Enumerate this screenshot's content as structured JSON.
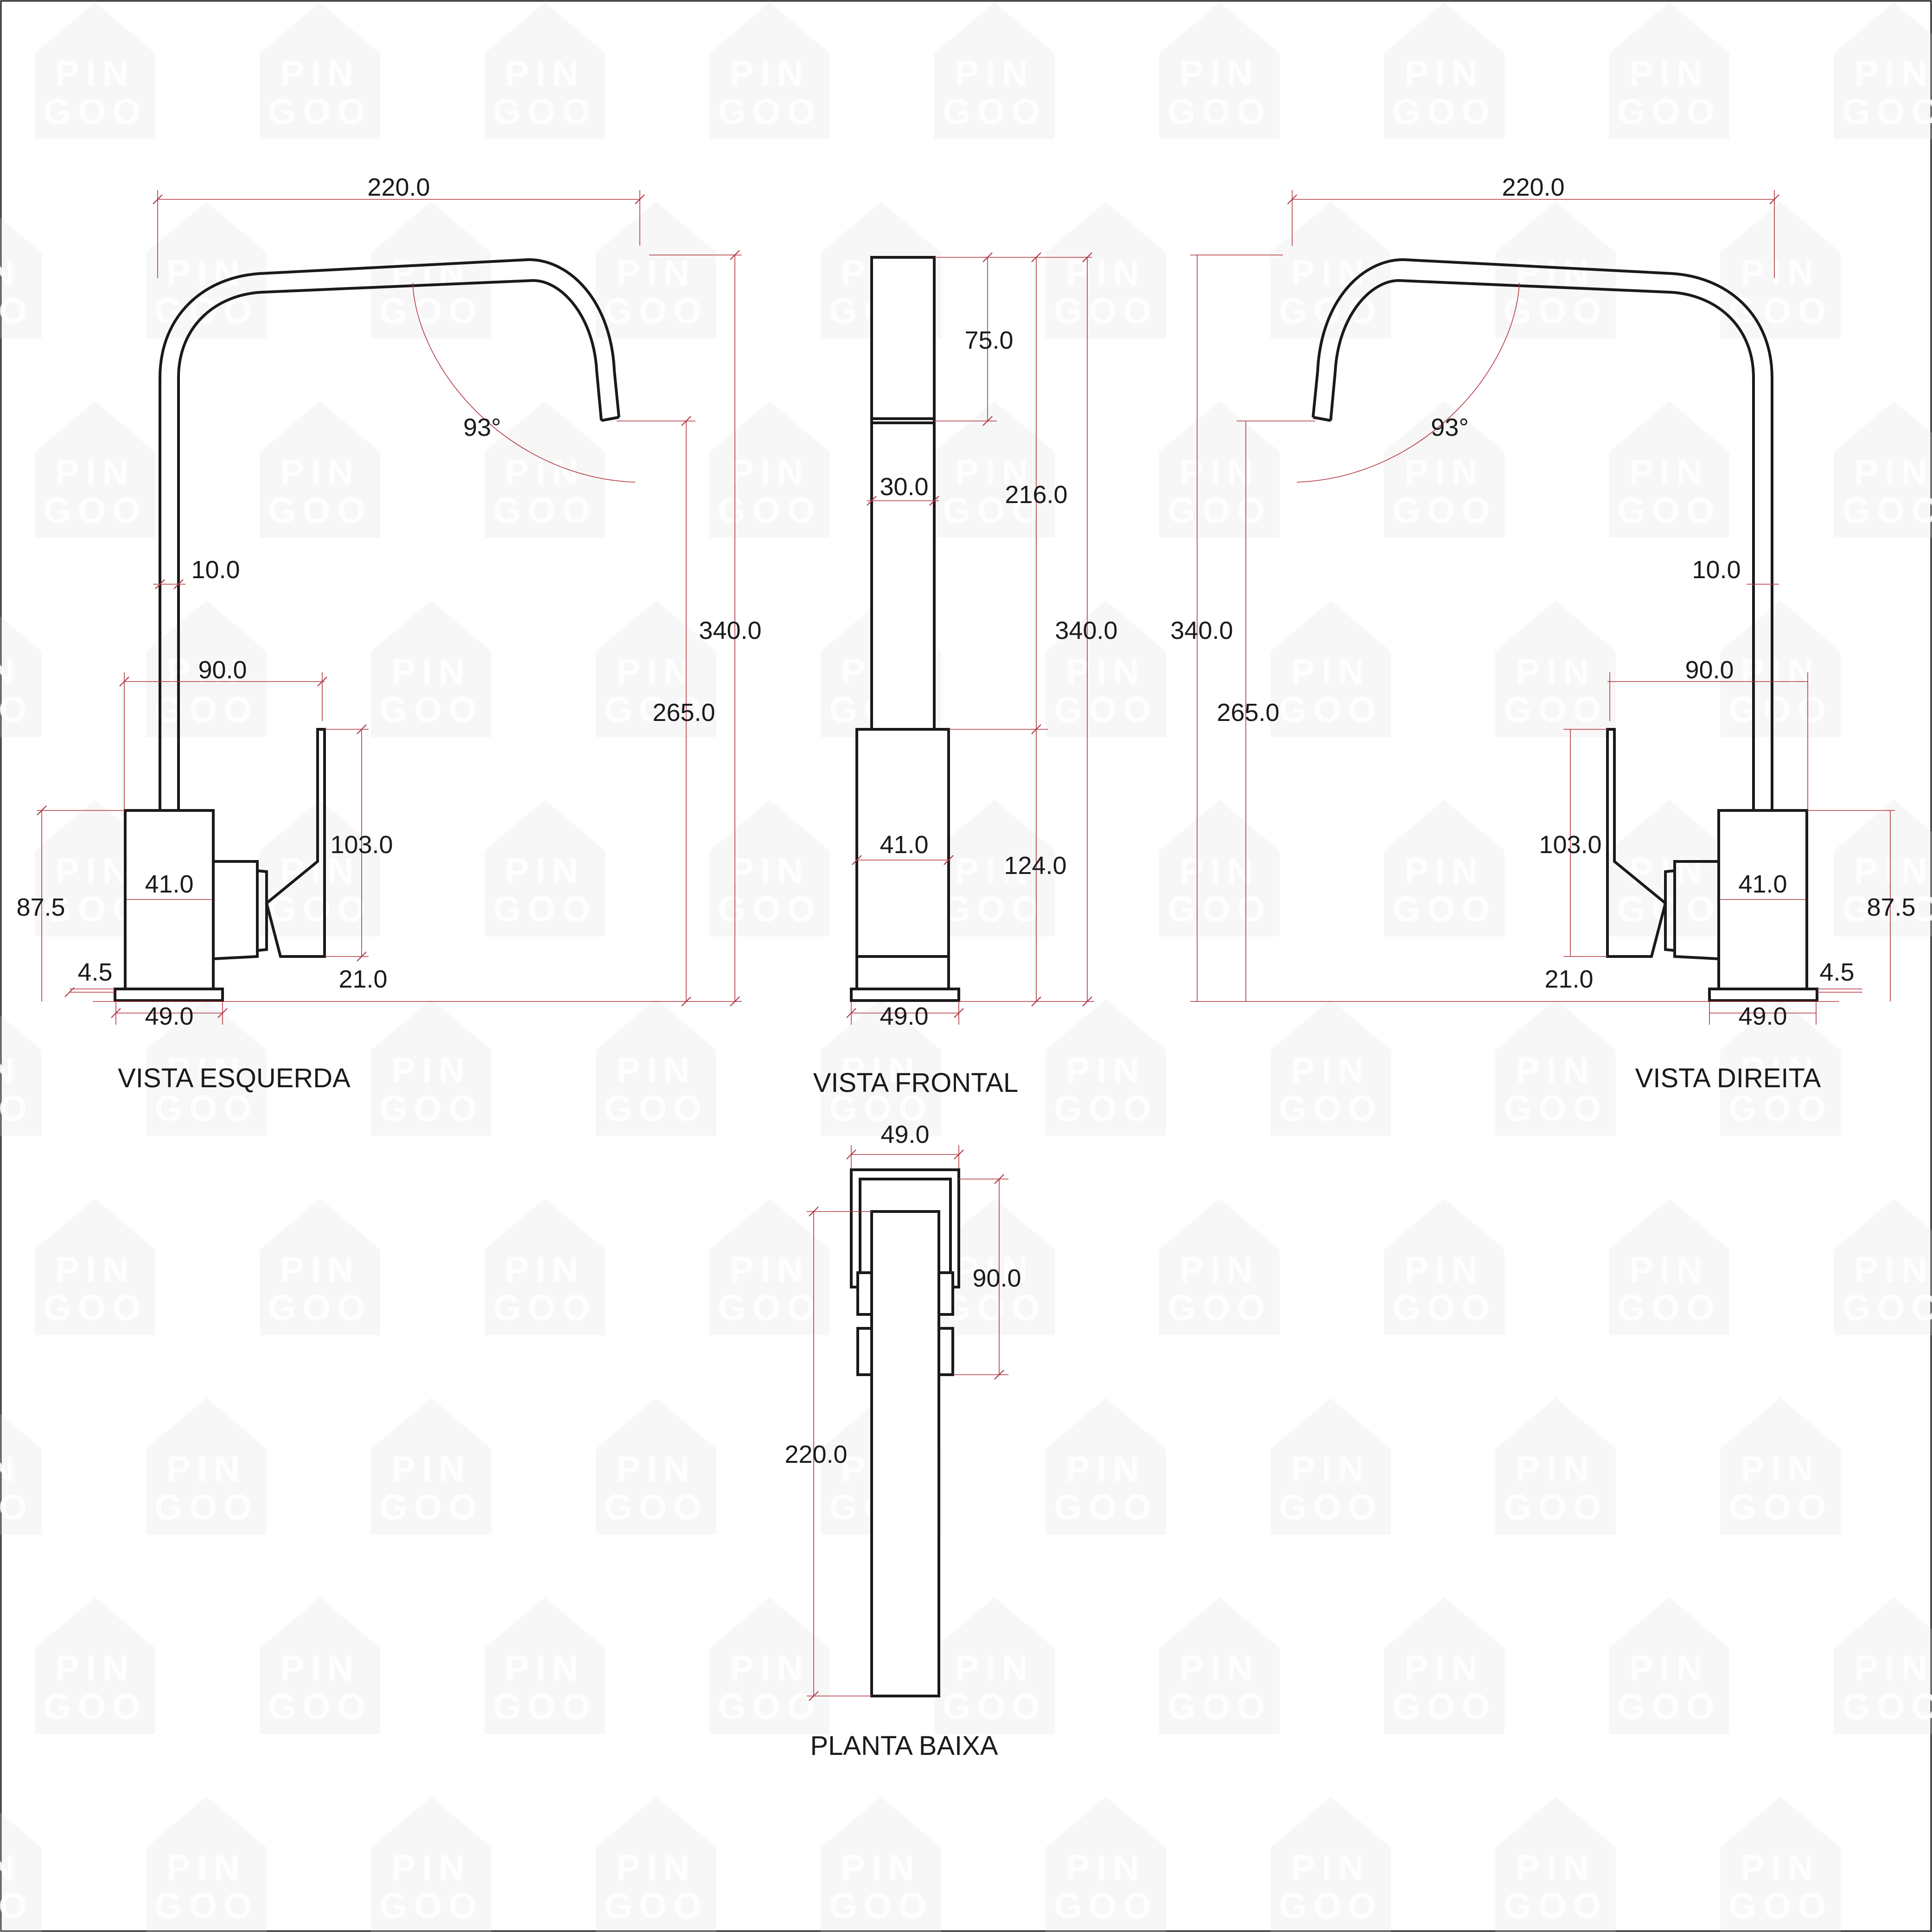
{
  "watermark": {
    "line1": "PIN",
    "line2": "GOO"
  },
  "views": {
    "left": {
      "title": "VISTA ESQUERDA"
    },
    "front": {
      "title": "VISTA FRONTAL"
    },
    "right": {
      "title": "VISTA DIREITA"
    },
    "plan": {
      "title": "PLANTA BAIXA"
    }
  },
  "dimensions": {
    "left": {
      "spout_length": "220.0",
      "angle": "93°",
      "body_height": "340.0",
      "spout_outlet_height": "265.0",
      "pipe_diameter": "10.0",
      "handle_reach": "90.0",
      "handle_height": "103.0",
      "body_width": "41.0",
      "body_height_lower": "87.5",
      "base_thickness": "4.5",
      "handle_bottom": "21.0",
      "base_width": "49.0"
    },
    "front": {
      "top_segment": "75.0",
      "pipe_width": "30.0",
      "upper_height": "216.0",
      "total_height": "340.0",
      "body_width": "41.0",
      "lower_height": "124.0",
      "base_width": "49.0"
    },
    "right": {
      "spout_length": "220.0",
      "angle": "93°",
      "body_height": "340.0",
      "spout_outlet_height": "265.0",
      "pipe_diameter": "10.0",
      "handle_reach": "90.0",
      "handle_height": "103.0",
      "body_width": "41.0",
      "body_height_lower": "87.5",
      "base_thickness": "4.5",
      "handle_bottom": "21.0",
      "base_width": "49.0"
    },
    "plan": {
      "base_width": "49.0",
      "handle_length": "90.0",
      "spout_length": "220.0"
    }
  },
  "colors": {
    "object_line": "#1a1a1a",
    "dimension_line": "#b0353f",
    "background": "#ffffff"
  }
}
